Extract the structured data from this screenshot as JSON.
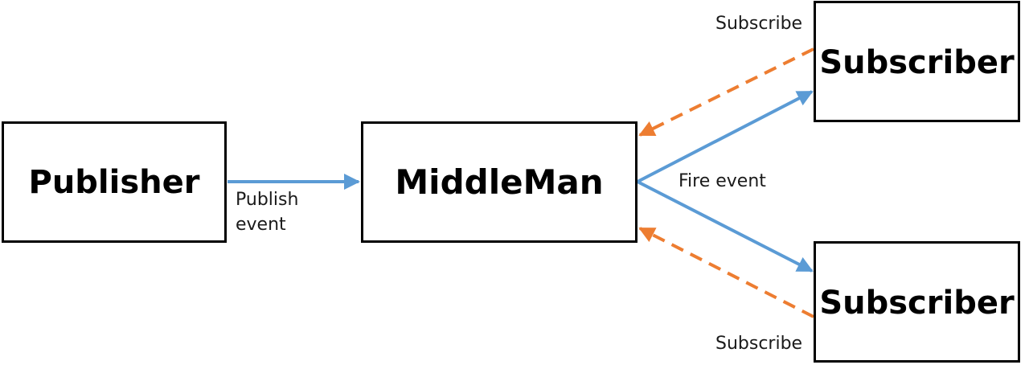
{
  "nodes": {
    "publisher": "Publisher",
    "middleman": "MiddleMan",
    "subscriber_top": "Subscriber",
    "subscriber_bottom": "Subscriber"
  },
  "edge_labels": {
    "publish_line1": "Publish",
    "publish_line2": "event",
    "fire_event": "Fire event",
    "subscribe_top": "Subscribe",
    "subscribe_bottom": "Subscribe"
  },
  "colors": {
    "event_arrow": "#5b9bd5",
    "subscribe_arrow": "#ed7d31",
    "box_border": "#000000"
  }
}
